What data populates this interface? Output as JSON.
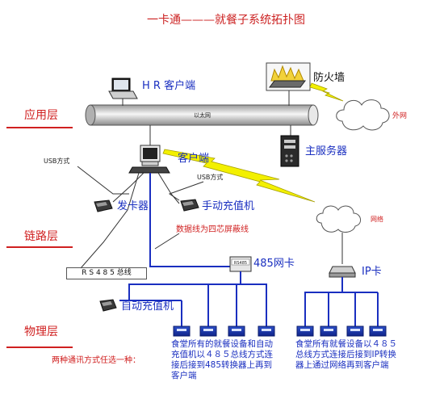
{
  "title": "一卡通———就餐子系统拓扑图",
  "layers": {
    "application": "应用层",
    "link": "链路层",
    "physical": "物理层"
  },
  "nodes": {
    "hr_client": "H R 客户端",
    "firewall": "防火墙",
    "external_net": "外网",
    "ethernet": "以太网",
    "main_server": "主服务器",
    "client": "客户端",
    "usb_left": "USB方式",
    "usb_right": "USB方式",
    "card_issuer": "发卡器",
    "manual_recharger": "手动充值机",
    "network": "网络",
    "cable_note": "数据线为四芯屏蔽线",
    "rs485_bus": "R S 4 8 5 总线",
    "card_485": "485网卡",
    "ip_card": "IP卡",
    "auto_recharger": "自动充值机",
    "rs485_box_label": "RS485"
  },
  "notes": {
    "left": "食堂所有的就餐设备和自动充值机以４８５总线方式连接后接到485转换器上再到客户端",
    "right": "食堂所有就餐设备以４８５总线方式连接后接到IP转换器上通过网络再到客户端",
    "choice": "两种通讯方式任选一种："
  }
}
